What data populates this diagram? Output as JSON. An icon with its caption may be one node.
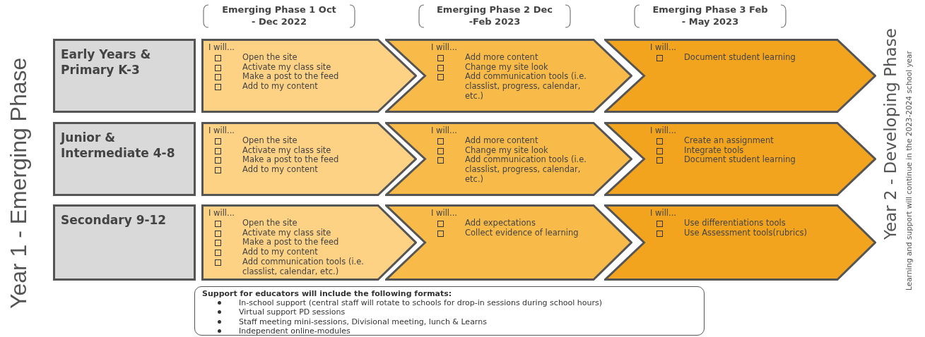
{
  "diagram": {
    "nodes": [
      {
        "text": [
          "Early Years & Primary K-3"
        ]
      },
      {
        "text": [
          "I will...",
          "Open the site",
          "Activate my class site",
          "Make a post to the feed",
          "Add to my content"
        ]
      },
      {
        "text": [
          "I will...",
          "Add more content",
          "Change my site look",
          "Add communication tools (i.e. classlist, progress, calendar, etc.)"
        ]
      },
      {
        "text": [
          "I will...",
          "Document student learning"
        ]
      },
      {
        "text": [
          "Junior & Intermediate 4-8"
        ]
      },
      {
        "text": [
          "I will...",
          "Open the site",
          "Activate my class site",
          "Make a post to the feed",
          "Add to my content"
        ]
      },
      {
        "text": [
          "I will...",
          "Add more content",
          "Change my site look",
          "Add communication tools (i.e. classlist, progress, calendar, etc.)"
        ]
      },
      {
        "text": [
          "I will...",
          "Create an assignment",
          "Integrate tools",
          "Document student learning"
        ]
      },
      {
        "text": [
          "Secondary 9-12"
        ]
      },
      {
        "text": [
          "I will...",
          "Open the site",
          "Activate my class site",
          "Make a post to the feed",
          "Add to my content",
          "Add communication tools (i.e. classlist, calendar, etc.)"
        ]
      },
      {
        "text": [
          "I will...",
          "Add expectations",
          "Collect evidence of learning"
        ]
      },
      {
        "text": [
          "I will...",
          "Use differentiations tools",
          "Use Assessment tools(rubrics)"
        ]
      },
      {
        "text": [
          "Support for educators will include the following  formats:",
          "In-school  support (central staff will rotate to schools for drop-in sessions during school hours)",
          "Virtual support PD sessions",
          "Staff meeting mini-sessions, Divisional meeting, lunch & Learns",
          "Independent online-modules"
        ]
      }
    ],
    "edges": [],
    "labels": [
      "Emerging Phase 1 Oct - Dec 2022",
      "Emerging Phase 2 Dec -Feb 2023",
      "Emerging Phase 3 Feb - May 2023",
      "Year 1 - Emerging Phase",
      "Year 2 - Developing Phase",
      "Learning and support will continue in the 2023-2024 school year"
    ]
  }
}
